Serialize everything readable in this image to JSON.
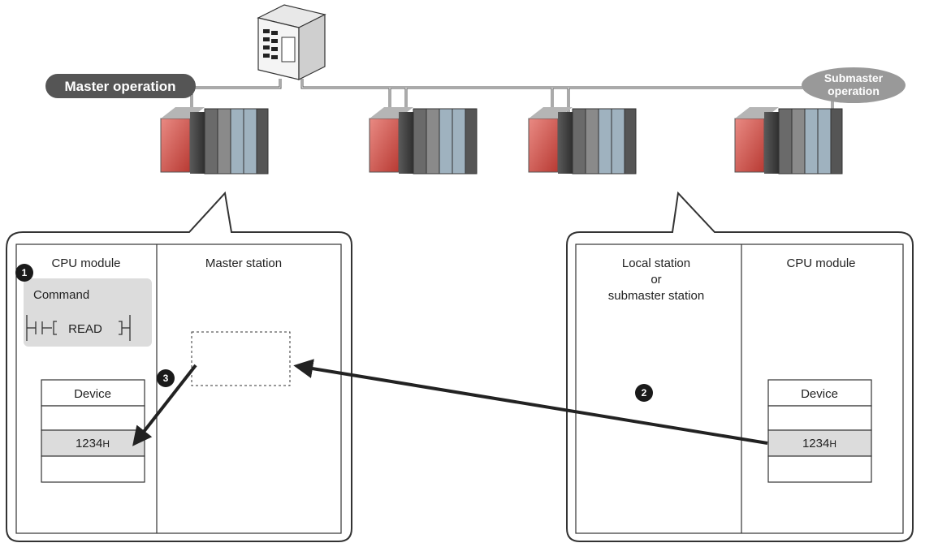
{
  "badges": {
    "master": "Master operation",
    "submaster_line1": "Submaster",
    "submaster_line2": "operation"
  },
  "left_panel": {
    "cpu_header": "CPU module",
    "station_header": "Master station",
    "command_label": "Command",
    "instruction": "READ",
    "device_header": "Device",
    "device_value_num": "1234",
    "device_value_suffix": "H"
  },
  "right_panel": {
    "station_header_line1": "Local station",
    "station_header_line2": "or",
    "station_header_line3": "submaster station",
    "cpu_header": "CPU module",
    "device_header": "Device",
    "device_value_num": "1234",
    "device_value_suffix": "H"
  },
  "steps": [
    "1",
    "2",
    "3"
  ],
  "colors": {
    "pill_dark": "#555555",
    "pill_light": "#999999",
    "command_bg": "#dcdcdc",
    "value_cell": "#dcdcdc",
    "cpu_red": "#d9534f"
  }
}
